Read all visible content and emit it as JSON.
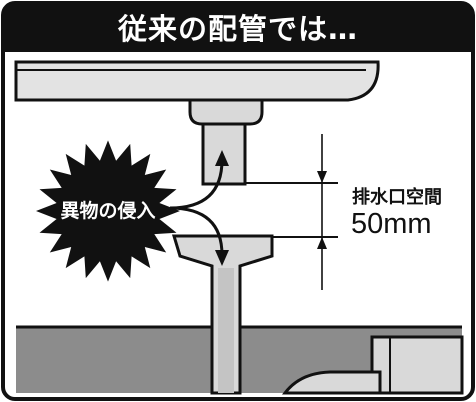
{
  "title": "従来の配管では…",
  "burst_label": "異物の侵入",
  "gap_label": "排水口空間",
  "gap_value": "50mm",
  "colors": {
    "frame": "#111111",
    "pipe_fill": "#d9d9d9",
    "floor_fill": "#8c8c8c",
    "floor_top": "#6f6f6f",
    "background": "#ffffff"
  }
}
